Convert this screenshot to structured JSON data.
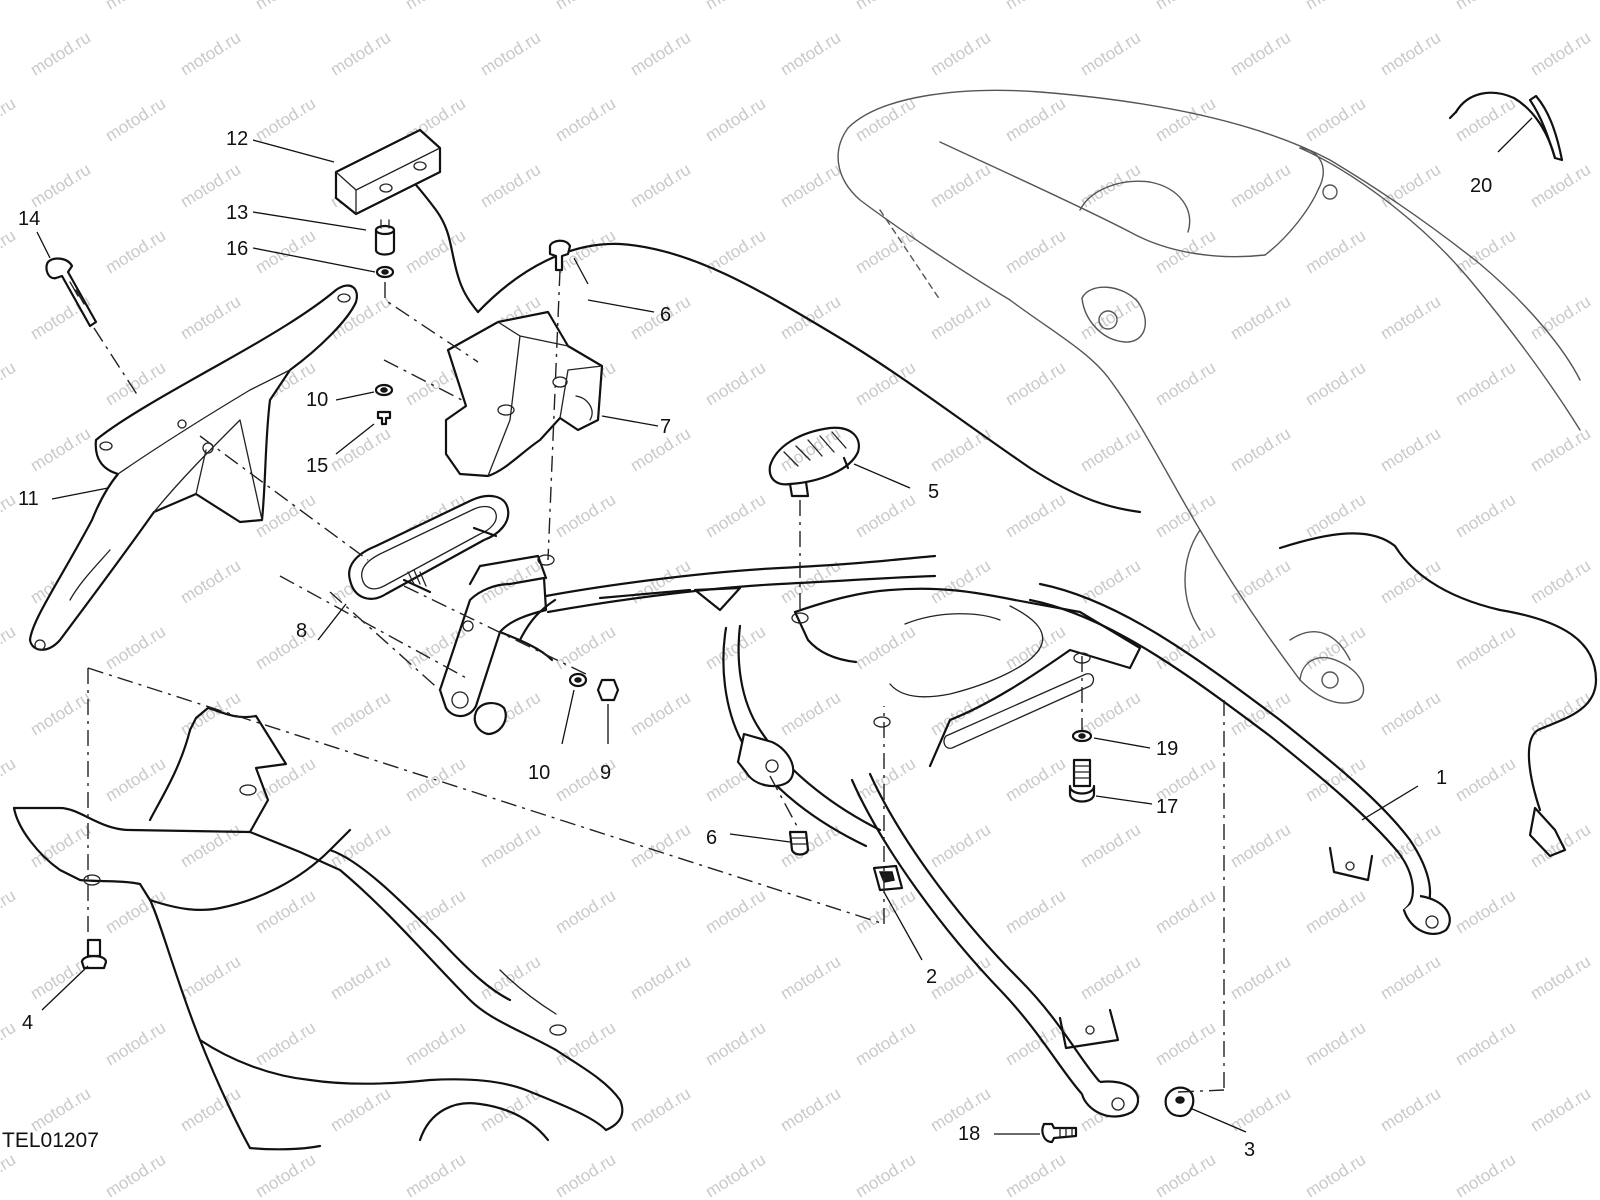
{
  "watermark": "motod.ru",
  "drawing_code": "TEL01207",
  "callouts": [
    {
      "id": "c1",
      "label": "1"
    },
    {
      "id": "c2",
      "label": "2"
    },
    {
      "id": "c3",
      "label": "3"
    },
    {
      "id": "c4",
      "label": "4"
    },
    {
      "id": "c5",
      "label": "5"
    },
    {
      "id": "c6a",
      "label": "6"
    },
    {
      "id": "c6b",
      "label": "6"
    },
    {
      "id": "c7",
      "label": "7"
    },
    {
      "id": "c8",
      "label": "8"
    },
    {
      "id": "c9",
      "label": "9"
    },
    {
      "id": "c10a",
      "label": "10"
    },
    {
      "id": "c10b",
      "label": "10"
    },
    {
      "id": "c11",
      "label": "11"
    },
    {
      "id": "c12",
      "label": "12"
    },
    {
      "id": "c13",
      "label": "13"
    },
    {
      "id": "c14",
      "label": "14"
    },
    {
      "id": "c15",
      "label": "15"
    },
    {
      "id": "c16",
      "label": "16"
    },
    {
      "id": "c17",
      "label": "17"
    },
    {
      "id": "c18",
      "label": "18"
    },
    {
      "id": "c19",
      "label": "19"
    },
    {
      "id": "c20",
      "label": "20"
    }
  ]
}
